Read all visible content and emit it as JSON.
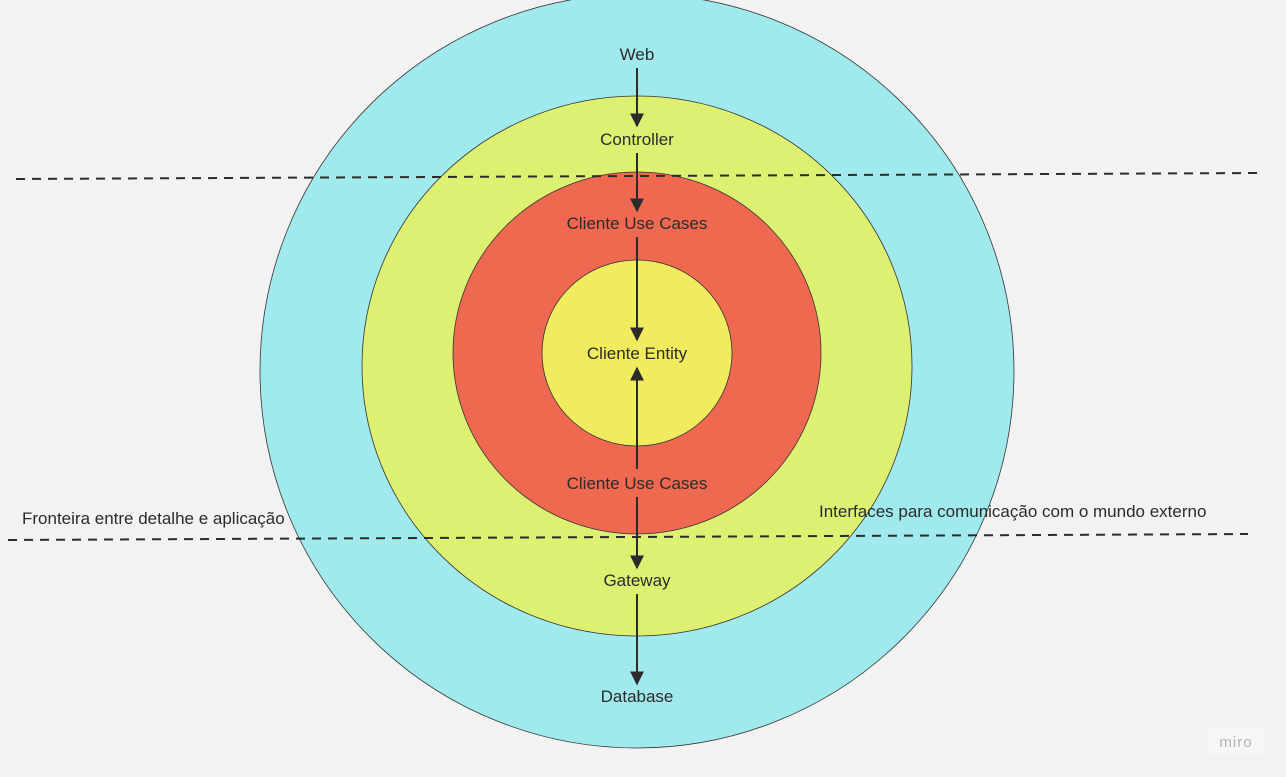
{
  "diagram": {
    "rings": [
      {
        "id": "outer",
        "color": "#a0e9ec"
      },
      {
        "id": "middle",
        "color": "#def072"
      },
      {
        "id": "inner",
        "color": "#ef6950"
      },
      {
        "id": "core",
        "color": "#f1eb5f"
      }
    ],
    "nodes": {
      "web": "Web",
      "controller": "Controller",
      "use_cases_top": "Cliente Use Cases",
      "entity": "Cliente Entity",
      "use_cases_bottom": "Cliente Use Cases",
      "gateway": "Gateway",
      "database": "Database"
    },
    "annotations": {
      "boundary": "Fronteira entre detalhe e aplicação",
      "interfaces": "Interfaces para comunicação com o mundo externo"
    },
    "line_color": "#2b2b2b"
  },
  "watermark": "miro"
}
